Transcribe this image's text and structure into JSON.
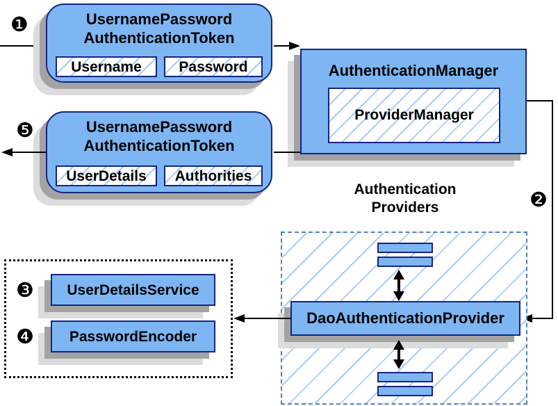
{
  "diagram": {
    "badges": {
      "1": "❶",
      "2": "❷",
      "3": "❸",
      "4": "❹",
      "5": "❺"
    },
    "request_token": {
      "title_line1": "UsernamePassword",
      "title_line2": "AuthenticationToken",
      "field_left": "Username",
      "field_right": "Password"
    },
    "auth_manager": {
      "title": "AuthenticationManager",
      "inner": "ProviderManager"
    },
    "result_token": {
      "title_line1": "UsernamePassword",
      "title_line2": "AuthenticationToken",
      "field_left": "UserDetails",
      "field_right": "Authorities"
    },
    "providers_group": {
      "label_line1": "Authentication",
      "label_line2": "Providers",
      "dao_provider": "DaoAuthenticationProvider"
    },
    "services_group": {
      "user_details_service": "UserDetailsService",
      "password_encoder": "PasswordEncoder"
    },
    "colors": {
      "node_fill": "#7db6f2",
      "node_border": "#16247e",
      "hatch_line": "#a9cdf3",
      "dashed_border": "#4d82c4",
      "shadow_dark": "#a3a3a3",
      "shadow_light": "#dcdcdc"
    }
  }
}
